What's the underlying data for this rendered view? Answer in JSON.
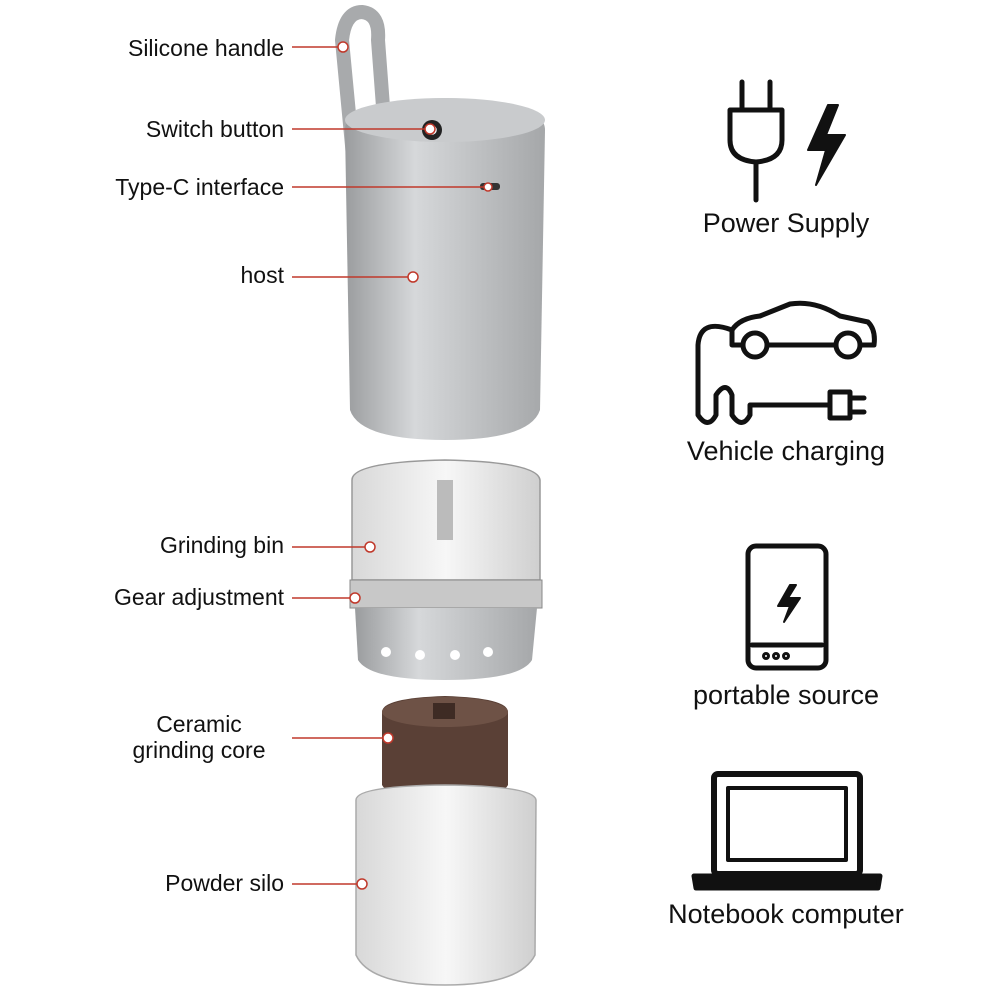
{
  "parts": [
    {
      "label": "Silicone handle"
    },
    {
      "label": "Switch button"
    },
    {
      "label": "Type-C interface"
    },
    {
      "label": "host"
    },
    {
      "label": "Grinding bin"
    },
    {
      "label": "Gear adjustment"
    },
    {
      "label": "Ceramic grinding core"
    },
    {
      "label": "Powder silo"
    }
  ],
  "charging": [
    {
      "label": "Power Supply",
      "icon": "plug-lightning-icon"
    },
    {
      "label": "Vehicle charging",
      "icon": "car-charging-icon"
    },
    {
      "label": "portable source",
      "icon": "power-bank-icon"
    },
    {
      "label": "Notebook computer",
      "icon": "laptop-icon"
    }
  ],
  "colors": {
    "leader": "#c0392b",
    "body": "#bfc1c3",
    "core": "#5a4036"
  }
}
